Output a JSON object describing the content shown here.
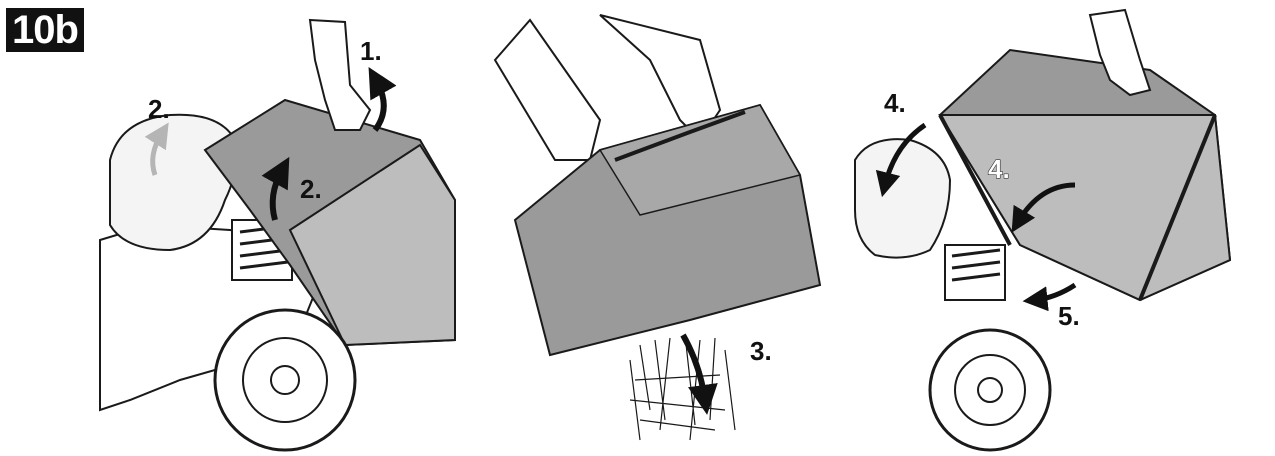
{
  "figure_id": "10b",
  "panels": [
    {
      "name": "remove-collector",
      "steps": [
        "1.",
        "2.",
        "2."
      ]
    },
    {
      "name": "empty-collector",
      "steps": [
        "3."
      ]
    },
    {
      "name": "reinstall-collector",
      "steps": [
        "4.",
        "4.",
        "5."
      ]
    }
  ],
  "colors": {
    "collector_gray": "#9a9a9a",
    "outline": "#1a1a1a",
    "arrow_black": "#111111",
    "arrow_gray": "#b5b5b5"
  }
}
